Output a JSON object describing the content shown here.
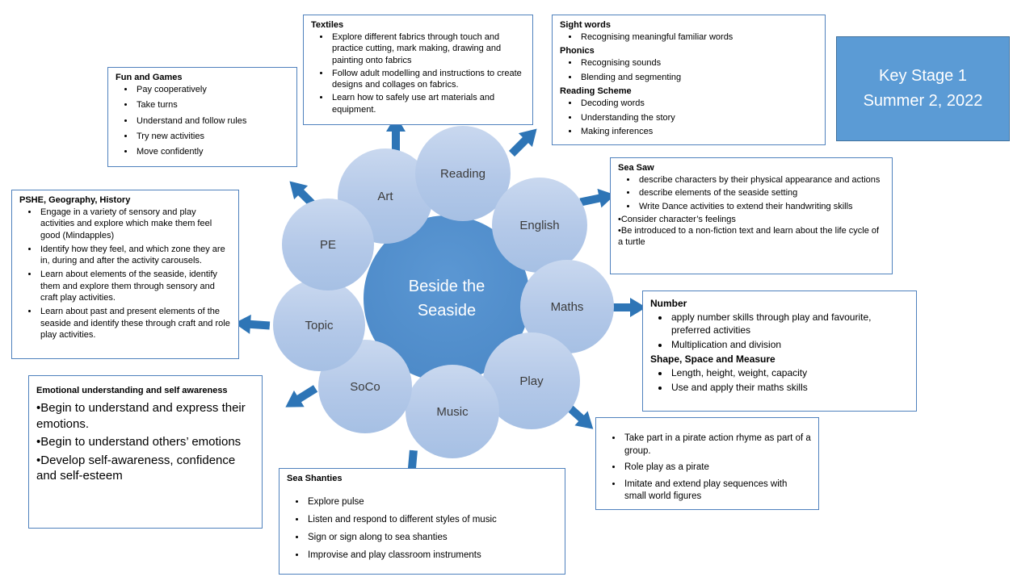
{
  "keystage": {
    "line1": "Key Stage 1",
    "line2": "Summer 2, 2022"
  },
  "center_circle": {
    "line1": "Beside the",
    "line2": "Seaside"
  },
  "circles": {
    "art": "Art",
    "reading": "Reading",
    "english": "English",
    "maths": "Maths",
    "play": "Play",
    "music": "Music",
    "soco": "SoCo",
    "topic": "Topic",
    "pe": "PE"
  },
  "boxes": {
    "textiles": {
      "title": "Textiles",
      "bullets": [
        "Explore different fabrics through touch and practice cutting, mark making, drawing and painting onto fabrics",
        "Follow adult modelling and instructions to create designs and collages on fabrics.",
        "Learn how to safely use art materials and equipment."
      ]
    },
    "literacy": {
      "sections": [
        {
          "heading": "Sight words",
          "bullets": [
            "Recognising meaningful familiar words"
          ]
        },
        {
          "heading": "Phonics",
          "bullets": [
            "Recognising sounds",
            "Blending and segmenting"
          ]
        },
        {
          "heading": "Reading Scheme",
          "bullets": [
            "Decoding words",
            "Understanding the story",
            "Making inferences"
          ]
        }
      ]
    },
    "fun_and_games": {
      "title": "Fun and Games",
      "bullets": [
        "Pay cooperatively",
        "Take turns",
        "Understand and follow rules",
        "Try new activities",
        "Move confidently"
      ]
    },
    "sea_saw": {
      "title": "Sea Saw",
      "bullets": [
        "describe characters by their physical appearance and actions",
        "describe elements of the seaside setting",
        "Write Dance activities to extend their handwriting skills"
      ],
      "lines": [
        "•Consider character’s feelings",
        "•Be introduced to a non-fiction text and learn about the life cycle of a turtle"
      ]
    },
    "pshe": {
      "title": "PSHE, Geography, History",
      "bullets": [
        "Engage in a variety of sensory and play activities and explore which make them feel good (Mindapples)",
        "Identify how they feel, and which zone they are in, during and after the activity carousels.",
        "Learn about elements of the seaside, identify them and explore them through sensory and craft play activities.",
        "Learn about past and present elements of the seaside and identify these through craft and role play activities."
      ]
    },
    "maths": {
      "sections": [
        {
          "heading": "Number",
          "bullets": [
            "apply number skills through play and favourite, preferred activities",
            "Multiplication and division"
          ]
        },
        {
          "heading": "Shape, Space and Measure",
          "bullets": [
            "Length, height, weight, capacity",
            "Use and apply their maths skills"
          ]
        }
      ]
    },
    "emotional": {
      "title": "Emotional understanding and self awareness",
      "lines": [
        "•Begin to understand and express their emotions.",
        "•Begin to understand others’ emotions",
        "•Develop self-awareness, confidence and self-esteem"
      ]
    },
    "play": {
      "bullets": [
        "Take part in a pirate action rhyme as part of a group.",
        "Role play as a pirate",
        "Imitate and extend play sequences with small world figures"
      ]
    },
    "sea_shanties": {
      "title": "Sea Shanties",
      "bullets": [
        "Explore pulse",
        "Listen and respond to different styles of music",
        "Sign or sign along to sea shanties",
        "Improvise and play classroom instruments"
      ]
    }
  },
  "colors": {
    "center_fill": "#4e8bc9",
    "satellite_fill": "#b3c8e8",
    "arrow_fill": "#2e75b6",
    "box_border": "#4f81bd",
    "keystage_fill": "#5b9bd5",
    "keystage_border": "#41719c"
  }
}
